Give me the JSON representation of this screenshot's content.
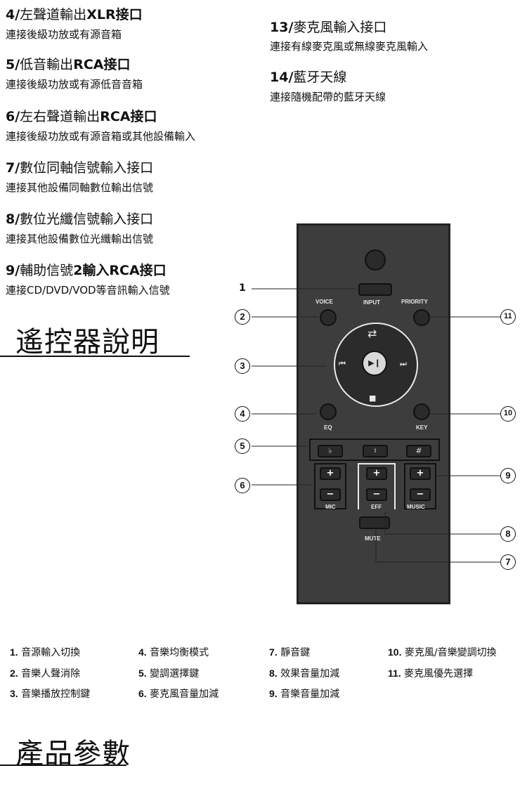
{
  "specs_left": [
    {
      "title_num": "4/",
      "title_zh": "左聲道輸出",
      "title_tail": "XLR接口",
      "desc": "連接後級功放或有源音箱"
    },
    {
      "title_num": "5/",
      "title_zh": "低音輸出",
      "title_tail": "RCA接口",
      "desc": "連接後級功放或有源低音音箱"
    },
    {
      "title_num": "6/",
      "title_zh": "左右聲道輸出",
      "title_tail": "RCA接口",
      "desc": "連接後級功放或有源音箱或其他設備輸入"
    },
    {
      "title_num": "7/",
      "title_zh": "數位同軸信號輸入接口",
      "title_tail": "",
      "desc": "連接其他設備同軸數位輸出信號"
    },
    {
      "title_num": "8/",
      "title_zh": "數位光纖信號輸入接口",
      "title_tail": "",
      "desc": "連接其他設備數位光纖輸出信號"
    },
    {
      "title_num": "9/",
      "title_zh": "輔助信號",
      "title_tail": "2輸入RCA接口",
      "desc": "連接CD/DVD/VOD等音訊輸入信號"
    }
  ],
  "specs_right": [
    {
      "title_num": "13/",
      "title_zh": "麥克風輸入接口",
      "title_tail": "",
      "desc": "連接有線麥克風或無線麥克風輸入"
    },
    {
      "title_num": "14/",
      "title_zh": "藍牙天線",
      "title_tail": "",
      "desc": "連接隨機配帶的藍牙天線"
    }
  ],
  "section_remote": "遙控器說明",
  "section_params": "產品參數",
  "remote": {
    "labels": {
      "input": "INPUT",
      "voice": "VOICE",
      "priority": "PRIORITY",
      "eq": "EQ",
      "key": "KEY",
      "mic": "MIC",
      "eff": "EFF",
      "music": "MUSIC",
      "mute": "MUTE"
    },
    "tones": [
      "♭",
      "♮",
      "#"
    ],
    "plus": "+",
    "minus": "−",
    "glyphs": {
      "repeat": "⇄",
      "prev": "⏮",
      "play_pause": "▶❙",
      "next": "⏭",
      "stop": "■"
    }
  },
  "callouts": [
    "1",
    "2",
    "3",
    "4",
    "5",
    "6",
    "7",
    "8",
    "9",
    "10",
    "11"
  ],
  "legend": [
    [
      "1.",
      "音源輸入切換"
    ],
    [
      "4.",
      "音樂均衡模式"
    ],
    [
      "7.",
      "靜音鍵"
    ],
    [
      "10.",
      "麥克風/音樂變調切換"
    ],
    [
      "2.",
      "音樂人聲消除"
    ],
    [
      "5.",
      "變調選擇鍵"
    ],
    [
      "8.",
      "效果音量加減"
    ],
    [
      "11.",
      "麥克風優先選擇"
    ],
    [
      "3.",
      "音樂播放控制鍵"
    ],
    [
      "6.",
      "麥克風音量加減"
    ],
    [
      "9.",
      "音樂音量加減"
    ]
  ]
}
